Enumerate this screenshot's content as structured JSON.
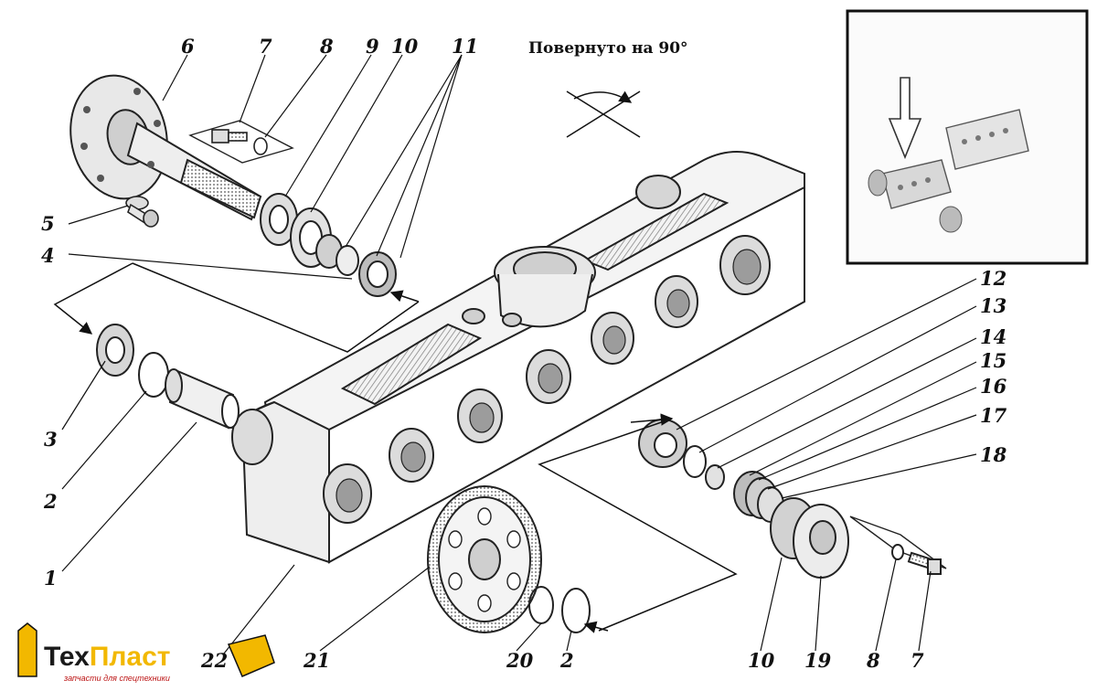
{
  "caption": "Повернуто на 90°",
  "callouts": {
    "c1": "1",
    "c2a": "2",
    "c2b": "2",
    "c3": "3",
    "c4": "4",
    "c5": "5",
    "c6": "6",
    "c7a": "7",
    "c7b": "7",
    "c8a": "8",
    "c8b": "8",
    "c9": "9",
    "c10a": "10",
    "c10b": "10",
    "c11": "11",
    "c12": "12",
    "c13": "13",
    "c14": "14",
    "c15": "15",
    "c16": "16",
    "c17": "17",
    "c18": "18",
    "c19": "19",
    "c20": "20",
    "c21": "21",
    "c22": "22"
  },
  "logo": {
    "name_a": "Тех",
    "name_b": "Пласт",
    "tagline": "запчасти для спецтехники",
    "color_a": "#1a1a1a",
    "color_b": "#f2b800"
  },
  "colors": {
    "line": "#222222",
    "shade": "#8a8a8a",
    "inset_border": "#111111"
  }
}
